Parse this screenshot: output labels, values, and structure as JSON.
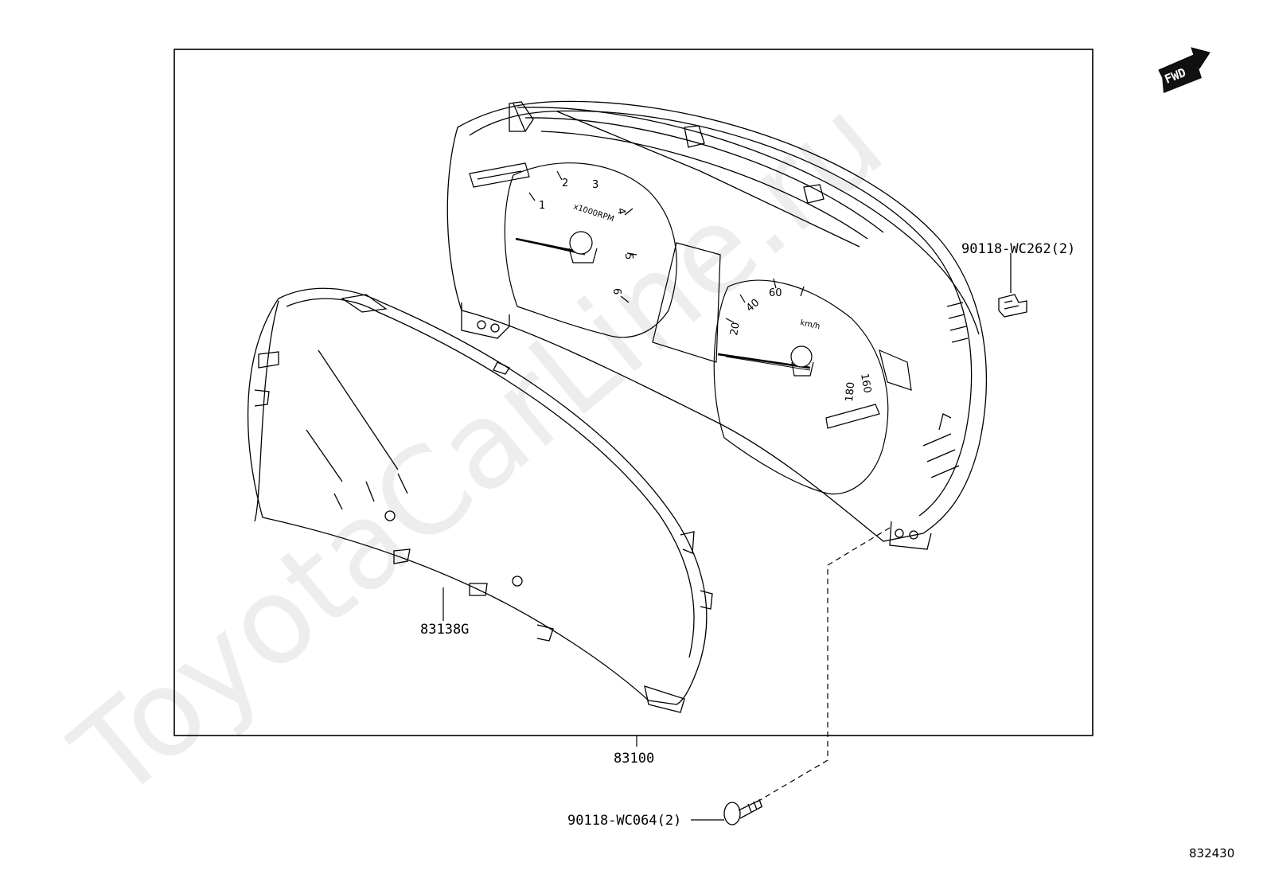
{
  "watermark": "ToyotaCarLine.ru",
  "direction_badge": "FWD",
  "parts": {
    "assembly": "83100",
    "lens": "83138G",
    "clip": "90118-WC262(2)",
    "screw": "90118-WC064(2)"
  },
  "diagram_ref": "832430",
  "gauges": {
    "tachometer_unit": "x1000RPM",
    "tachometer_ticks": [
      "1",
      "2",
      "3",
      "4",
      "5",
      "6"
    ],
    "speedometer_unit": "km/h",
    "speedometer_ticks": [
      "20",
      "40",
      "60",
      "160",
      "180"
    ]
  }
}
